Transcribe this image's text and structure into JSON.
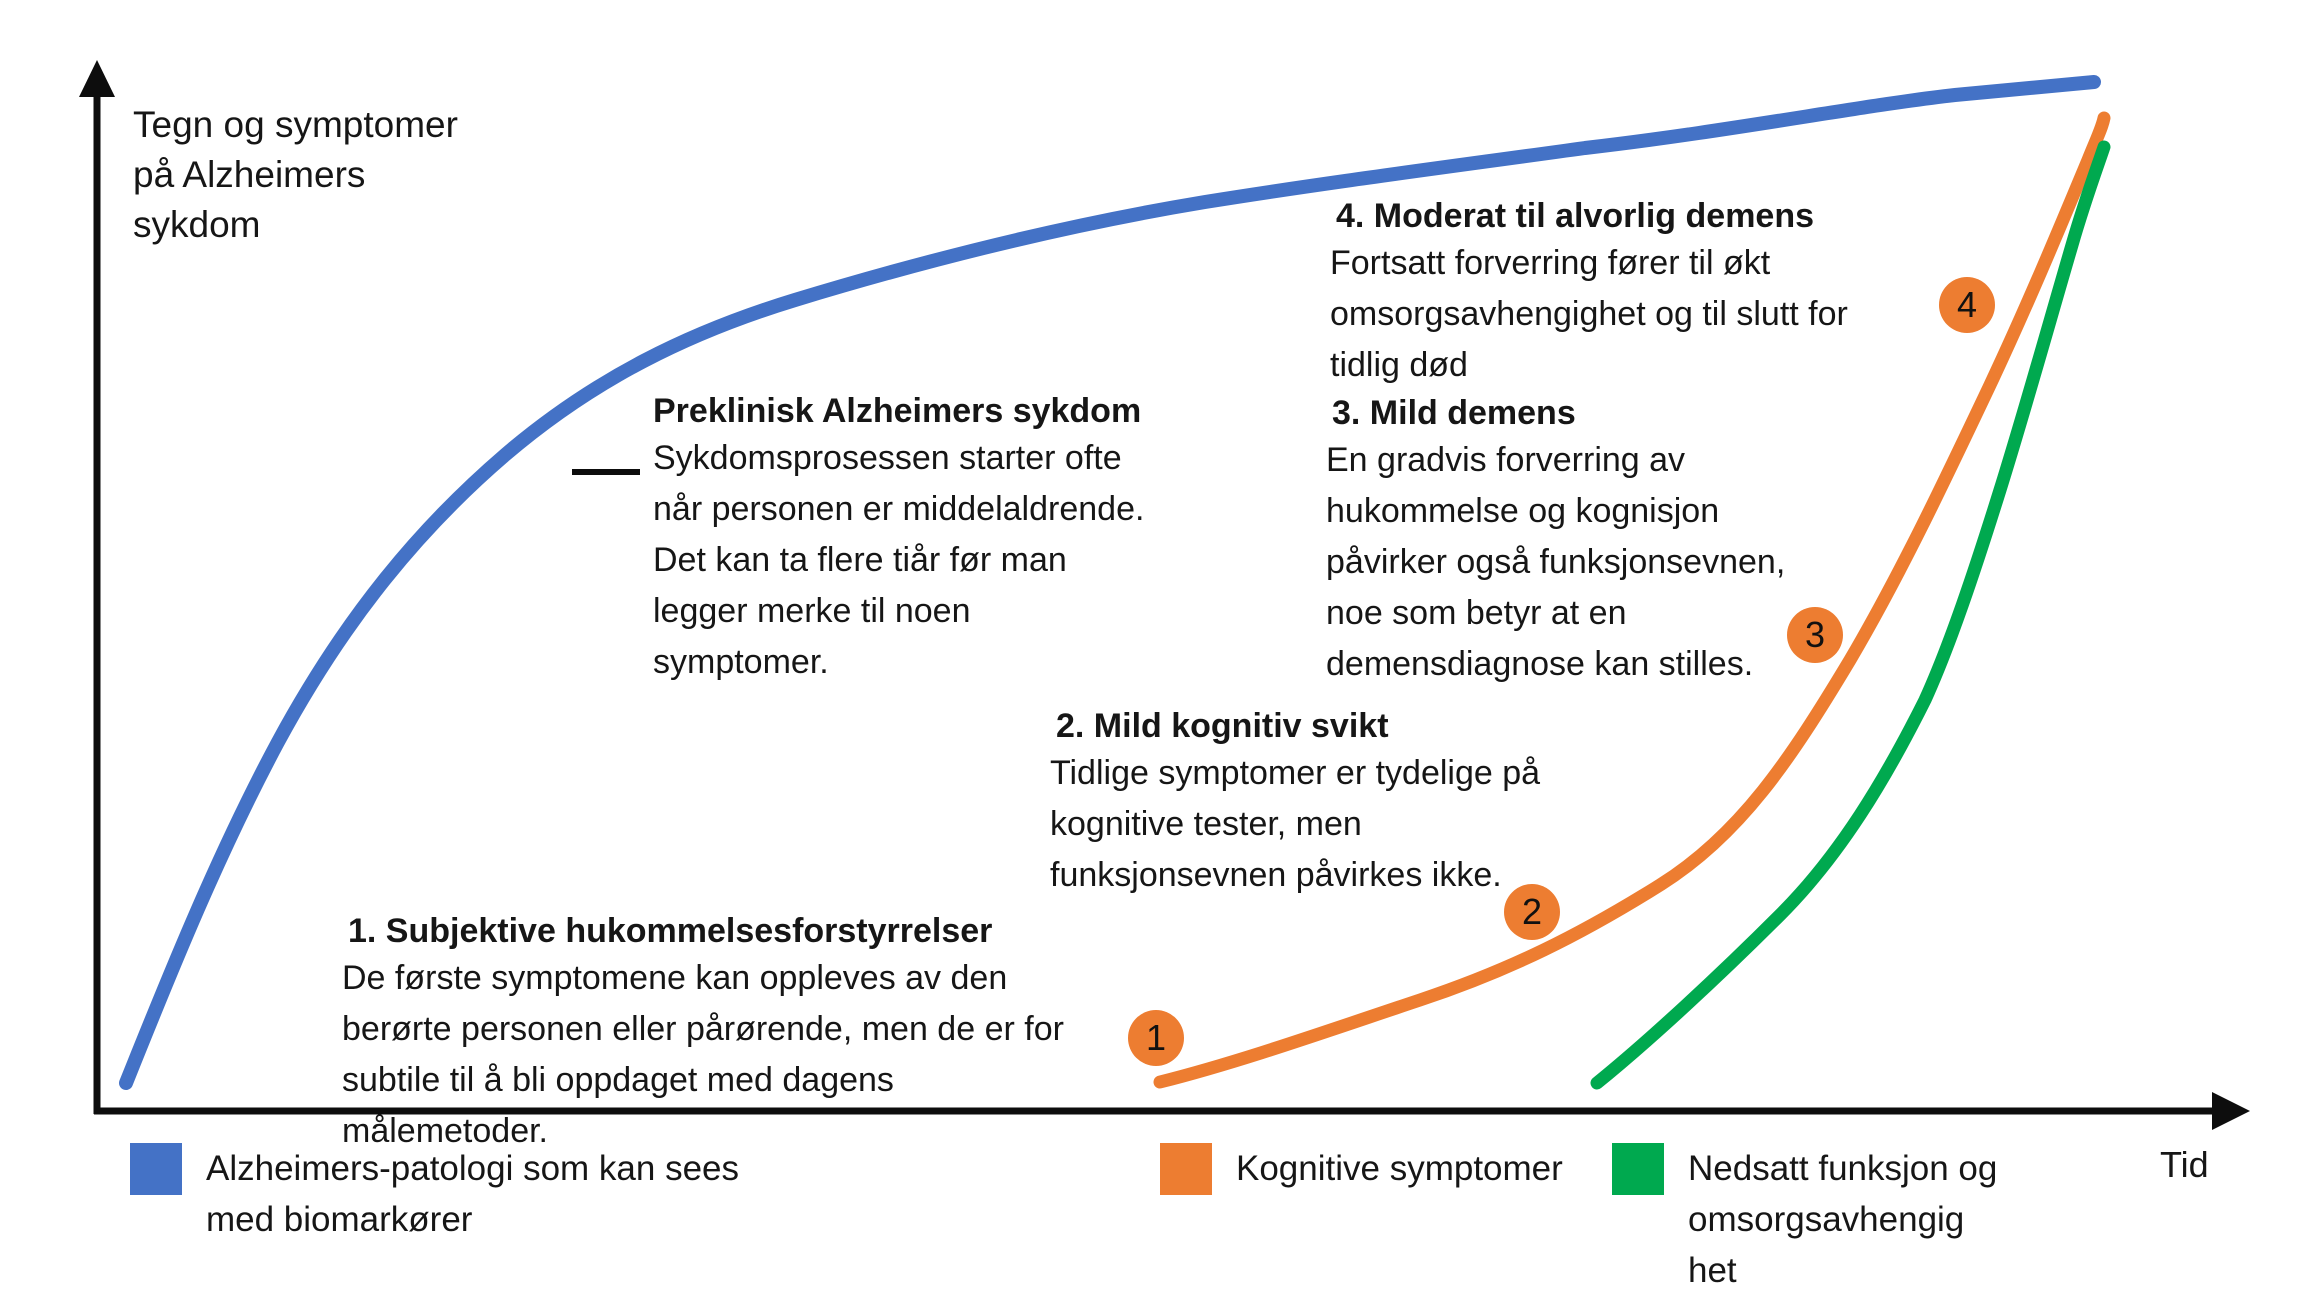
{
  "colors": {
    "biomarker_blue": "#4472C6",
    "cognitive_orange": "#ED7D31",
    "function_green": "#00A94F",
    "axis_black": "#0d0d0d"
  },
  "axis": {
    "y_label": "Tegn og symptomer\npå Alzheimers\nsykdom",
    "x_label": "Tid"
  },
  "annotations": {
    "preclinical": {
      "title": "Preklinisk Alzheimers sykdom",
      "body": "Sykdomsprosessen starter ofte\nnår personen er middelaldrende.\nDet kan ta flere tiår før man\nlegger merke til noen\nsymptomer."
    },
    "stage1": {
      "title": "1. Subjektive hukommelsesforstyrrelser",
      "body": "De første symptomene kan oppleves av den\nberørte personen eller pårørende, men de er for\nsubtile til å bli oppdaget med dagens\nmålemetoder."
    },
    "stage2": {
      "title": "2. Mild kognitiv svikt",
      "body": "Tidlige symptomer er tydelige på\nkognitive tester, men\nfunksjonsevnen påvirkes ikke."
    },
    "stage3": {
      "title": "3. Mild demens",
      "body": "En gradvis forverring av\nhukommelse og kognisjon\npåvirker også funksjonsevnen,\nnoe som betyr at en\ndemensdiagnose kan stilles."
    },
    "stage4": {
      "title": "4. Moderat til alvorlig demens",
      "body": "Fortsatt forverring fører til økt\nomsorgsavhengighet og til slutt for\ntidlig død"
    }
  },
  "markers": [
    {
      "label": "1",
      "color": "#ED7D31"
    },
    {
      "label": "2",
      "color": "#ED7D31"
    },
    {
      "label": "3",
      "color": "#ED7D31"
    },
    {
      "label": "4",
      "color": "#ED7D31"
    }
  ],
  "legend": {
    "items": [
      {
        "label": "Alzheimers-patologi som kan sees\nmed biomarkører",
        "color": "#4472C6"
      },
      {
        "label": "Kognitive symptomer",
        "color": "#ED7D31"
      },
      {
        "label": "Nedsatt funksjon og\nomsorgsavhengig\nhet",
        "color": "#00A94F"
      }
    ]
  },
  "chart_data": {
    "type": "line",
    "title": "",
    "xlabel": "Tid",
    "ylabel": "Tegn og symptomer på Alzheimers sykdom",
    "grid": false,
    "legend_position": "bottom",
    "axis_ranges": {
      "x": [
        0,
        100
      ],
      "y": [
        0,
        100
      ]
    },
    "axis_note": "Qualitative schematic axes without ticks; values normalized 0-100",
    "series": [
      {
        "name": "Alzheimers-patologi som kan sees med biomarkører",
        "color": "#4472C6",
        "x": [
          1,
          3,
          5,
          9,
          13,
          18,
          24,
          31,
          40,
          52,
          66,
          80,
          93
        ],
        "y": [
          3,
          16,
          32,
          48,
          62,
          72,
          80,
          86,
          90,
          95,
          98,
          99,
          100
        ]
      },
      {
        "name": "Kognitive symptomer",
        "color": "#ED7D31",
        "x": [
          50,
          56,
          61,
          68,
          75,
          80,
          84,
          87,
          90,
          92,
          94
        ],
        "y": [
          3,
          7,
          11,
          16,
          25,
          36,
          50,
          63,
          74,
          86,
          97
        ]
      },
      {
        "name": "Nedsatt funksjon og omsorgsavhengighet",
        "color": "#00A94F",
        "x": [
          70,
          76,
          81,
          85,
          87,
          89,
          91,
          92,
          93,
          94
        ],
        "y": [
          3,
          13,
          25,
          35,
          46,
          58,
          70,
          82,
          90,
          94
        ]
      }
    ],
    "stage_markers": [
      {
        "label": "1",
        "x": 49,
        "y": 7
      },
      {
        "label": "2",
        "x": 67,
        "y": 20
      },
      {
        "label": "3",
        "x": 81,
        "y": 47
      },
      {
        "label": "4",
        "x": 88,
        "y": 79
      }
    ]
  }
}
